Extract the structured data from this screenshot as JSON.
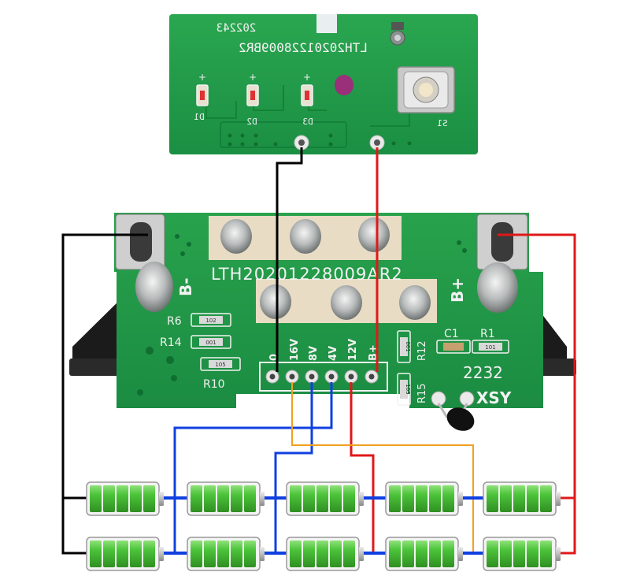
{
  "top_board": {
    "part_number": "LTH20201228009BR2",
    "date_code": "202243",
    "led_labels": [
      "D1",
      "D2",
      "D3"
    ],
    "switch_label": "S1",
    "plus_marks": [
      "+",
      "+",
      "+"
    ]
  },
  "main_board": {
    "part_number": "LTH20201228009AR2",
    "neg_terminal": "B-",
    "pos_terminal": "B+",
    "pads": [
      "0",
      "16V",
      "8V",
      "4V",
      "12V",
      "B+"
    ],
    "resistor_labels": [
      "R6",
      "R14",
      "R10",
      "R12",
      "R15",
      "C1",
      "R1"
    ],
    "smd_codes": [
      "102",
      "001",
      "105",
      "001",
      "105",
      "101"
    ],
    "date_code": "2232",
    "maker": "XSY"
  },
  "battery_pack": {
    "rows": 2,
    "cells_per_row": 5
  },
  "colors": {
    "board_green": "#1f9a4a",
    "board_dark": "#157a38",
    "wire_black": "#000000",
    "wire_red": "#e01818",
    "wire_blue": "#1040e0",
    "wire_orange": "#f0a020",
    "cell_green": "#46c33a",
    "cell_cap": "#c8c8c8"
  }
}
